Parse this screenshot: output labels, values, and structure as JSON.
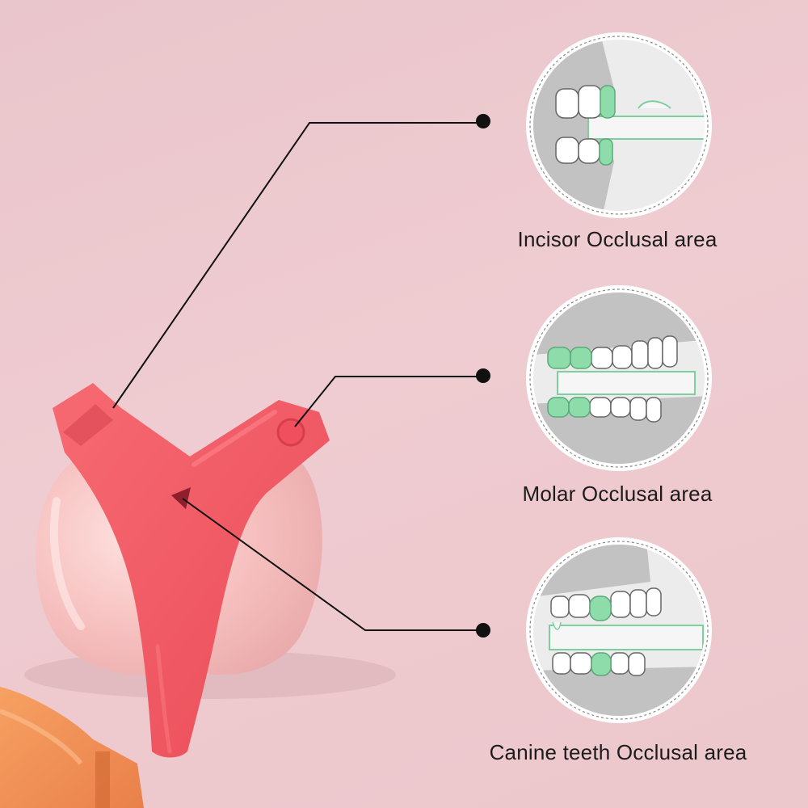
{
  "callouts": {
    "incisor": {
      "label": "Incisor Occlusal area"
    },
    "molar": {
      "label": "Molar Occlusal area"
    },
    "canine": {
      "label": "Canine teeth Occlusal area"
    }
  },
  "colors": {
    "background": "#ecc7cc",
    "trainer": "#f25a64",
    "apple": "#f7c3c3",
    "highlight_teeth": "#8fdcab",
    "gum_gray": "#c2c2c2",
    "leader_line": "#111111"
  }
}
